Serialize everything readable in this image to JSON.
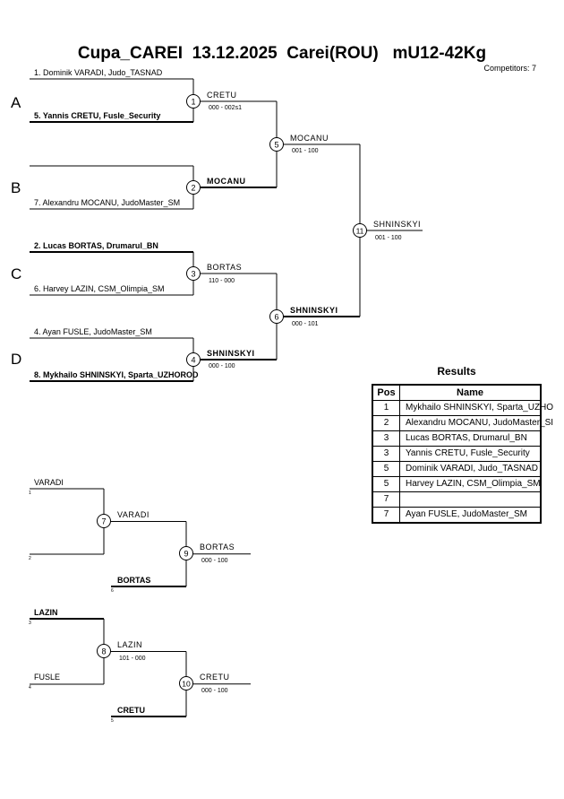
{
  "title": "Cupa_CAREI  13.12.2025  Carei(ROU)   mU12-42Kg",
  "competitors_label": "Competitors: 7",
  "pools": [
    "A",
    "B",
    "C",
    "D"
  ],
  "main_bracket": {
    "entrants": [
      {
        "label": "1. Dominik VARADI, Judo_TASNAD",
        "bold": false
      },
      {
        "label": "5. Yannis CRETU, Fusle_Security",
        "bold": true
      },
      {
        "label": "",
        "bold": false
      },
      {
        "label": "7. Alexandru MOCANU, JudoMaster_SM",
        "bold": false
      },
      {
        "label": "2. Lucas BORTAS, Drumarul_BN",
        "bold": true
      },
      {
        "label": "6. Harvey LAZIN, CSM_Olimpia_SM",
        "bold": false
      },
      {
        "label": "4. Ayan FUSLE, JudoMaster_SM",
        "bold": false
      },
      {
        "label": "8. Mykhailo SHNINSKYI, Sparta_UZHOROD",
        "bold": true
      }
    ],
    "matches": [
      {
        "num": "1",
        "winner": "CRETU",
        "score": "000 - 002s1",
        "bold": false
      },
      {
        "num": "2",
        "winner": "MOCANU",
        "score": "",
        "bold": true
      },
      {
        "num": "3",
        "winner": "BORTAS",
        "score": "110 - 000",
        "bold": false
      },
      {
        "num": "4",
        "winner": "SHNINSKYI",
        "score": "000 - 100",
        "bold": true
      },
      {
        "num": "5",
        "winner": "MOCANU",
        "score": "001 - 100",
        "bold": false
      },
      {
        "num": "6",
        "winner": "SHNINSKYI",
        "score": "000 - 101",
        "bold": true
      },
      {
        "num": "11",
        "winner": "SHNINSKYI",
        "score": "001 - 100",
        "bold": false
      }
    ]
  },
  "repechage": [
    {
      "entrants": [
        {
          "label": "VARADI",
          "seed": "1",
          "bold": false
        },
        {
          "label": "",
          "seed": "2",
          "bold": false
        },
        {
          "label": "BORTAS",
          "seed": "6",
          "bold": true
        }
      ],
      "matches": [
        {
          "num": "7",
          "winner": "VARADI",
          "score": "",
          "bold": false
        },
        {
          "num": "9",
          "winner": "BORTAS",
          "score": "000 - 100",
          "bold": false
        }
      ]
    },
    {
      "entrants": [
        {
          "label": "LAZIN",
          "seed": "3",
          "bold": true
        },
        {
          "label": "FUSLE",
          "seed": "4",
          "bold": false
        },
        {
          "label": "CRETU",
          "seed": "5",
          "bold": true
        }
      ],
      "matches": [
        {
          "num": "8",
          "winner": "LAZIN",
          "score": "101 - 000",
          "bold": false
        },
        {
          "num": "10",
          "winner": "CRETU",
          "score": "000 - 100",
          "bold": false
        }
      ]
    }
  ],
  "results": {
    "title": "Results",
    "headers": [
      "Pos",
      "Name"
    ],
    "rows": [
      {
        "pos": "1",
        "name": "Mykhailo SHNINSKYI, Sparta_UZHO"
      },
      {
        "pos": "2",
        "name": "Alexandru MOCANU, JudoMaster_SI"
      },
      {
        "pos": "3",
        "name": "Lucas BORTAS, Drumarul_BN"
      },
      {
        "pos": "3",
        "name": "Yannis CRETU, Fusle_Security"
      },
      {
        "pos": "5",
        "name": "Dominik VARADI, Judo_TASNAD"
      },
      {
        "pos": "5",
        "name": "Harvey LAZIN, CSM_Olimpia_SM"
      },
      {
        "pos": "7",
        "name": ""
      },
      {
        "pos": "7",
        "name": "Ayan FUSLE, JudoMaster_SM"
      }
    ]
  }
}
